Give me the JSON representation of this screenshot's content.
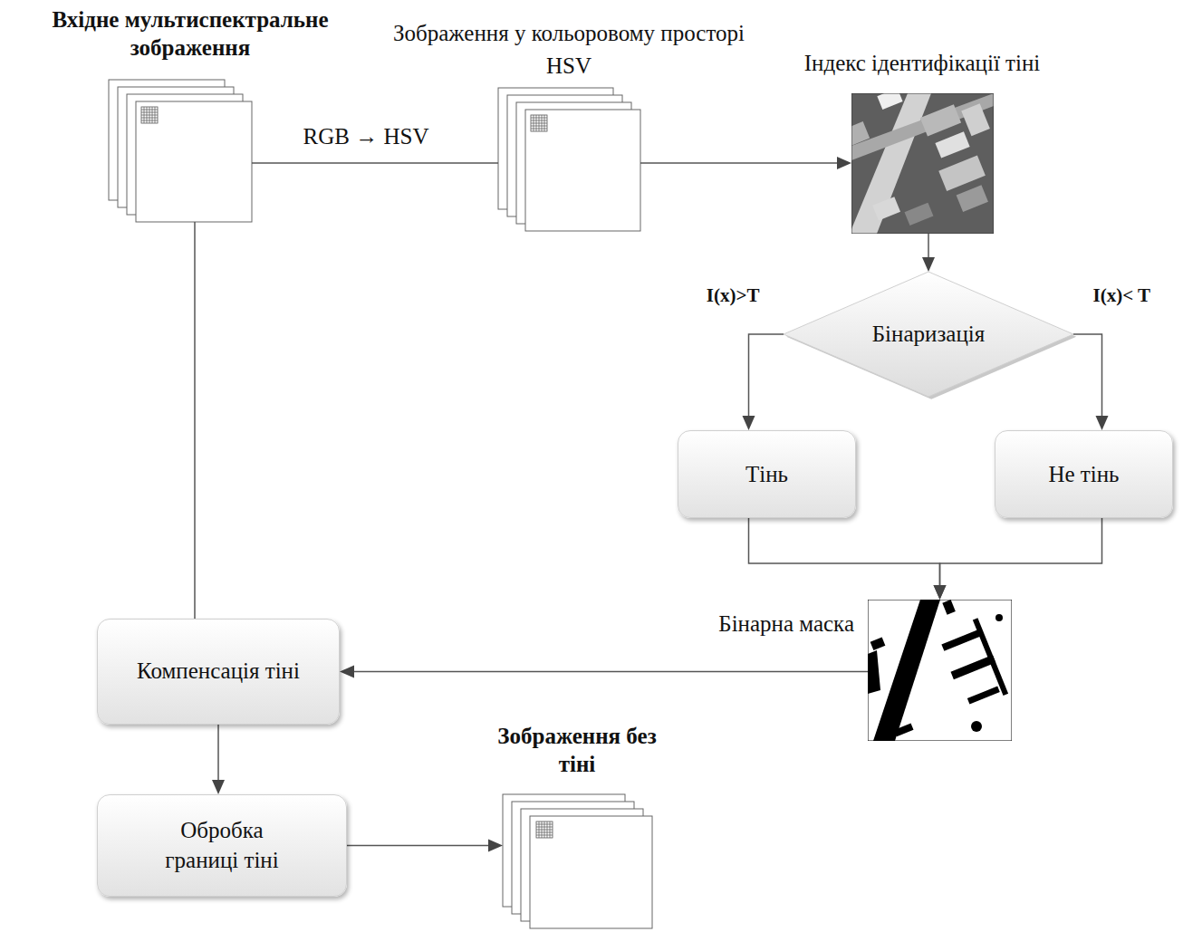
{
  "diagram": {
    "nodes": [
      {
        "text": [
          "Вхідне мультиспектральне зображення"
        ]
      },
      {
        "text": [
          "Зображення у кольоровому просторі HSV"
        ]
      },
      {
        "text": [
          "Індекс ідентифікації тіні"
        ]
      },
      {
        "text": [
          "Бінаризація"
        ]
      },
      {
        "text": [
          "Тінь"
        ]
      },
      {
        "text": [
          "Не тінь"
        ]
      },
      {
        "text": [
          "Бінарна маска"
        ]
      },
      {
        "text": [
          "Компенсація тіні"
        ]
      },
      {
        "text": [
          "Обробка границі тіні"
        ]
      },
      {
        "text": [
          "Зображення без тіні"
        ]
      }
    ],
    "edges": [
      {
        "from": 0,
        "to": 1,
        "label": "RGB → HSV",
        "arrow": "none"
      },
      {
        "from": 1,
        "to": 2,
        "arrow": "to"
      },
      {
        "from": 2,
        "to": 3,
        "arrow": "to"
      },
      {
        "from": 3,
        "to": 4,
        "label": "I(x)>T",
        "arrow": "to"
      },
      {
        "from": 3,
        "to": 5,
        "label": "I(x)< T",
        "arrow": "to"
      },
      {
        "from": 4,
        "to": 6,
        "arrow": "to"
      },
      {
        "from": 5,
        "to": 6,
        "arrow": "to"
      },
      {
        "from": 6,
        "to": 7,
        "arrow": "to"
      },
      {
        "from": 0,
        "to": 7,
        "arrow": "none"
      },
      {
        "from": 7,
        "to": 8,
        "arrow": "to"
      },
      {
        "from": 8,
        "to": 9,
        "arrow": "to"
      }
    ]
  }
}
